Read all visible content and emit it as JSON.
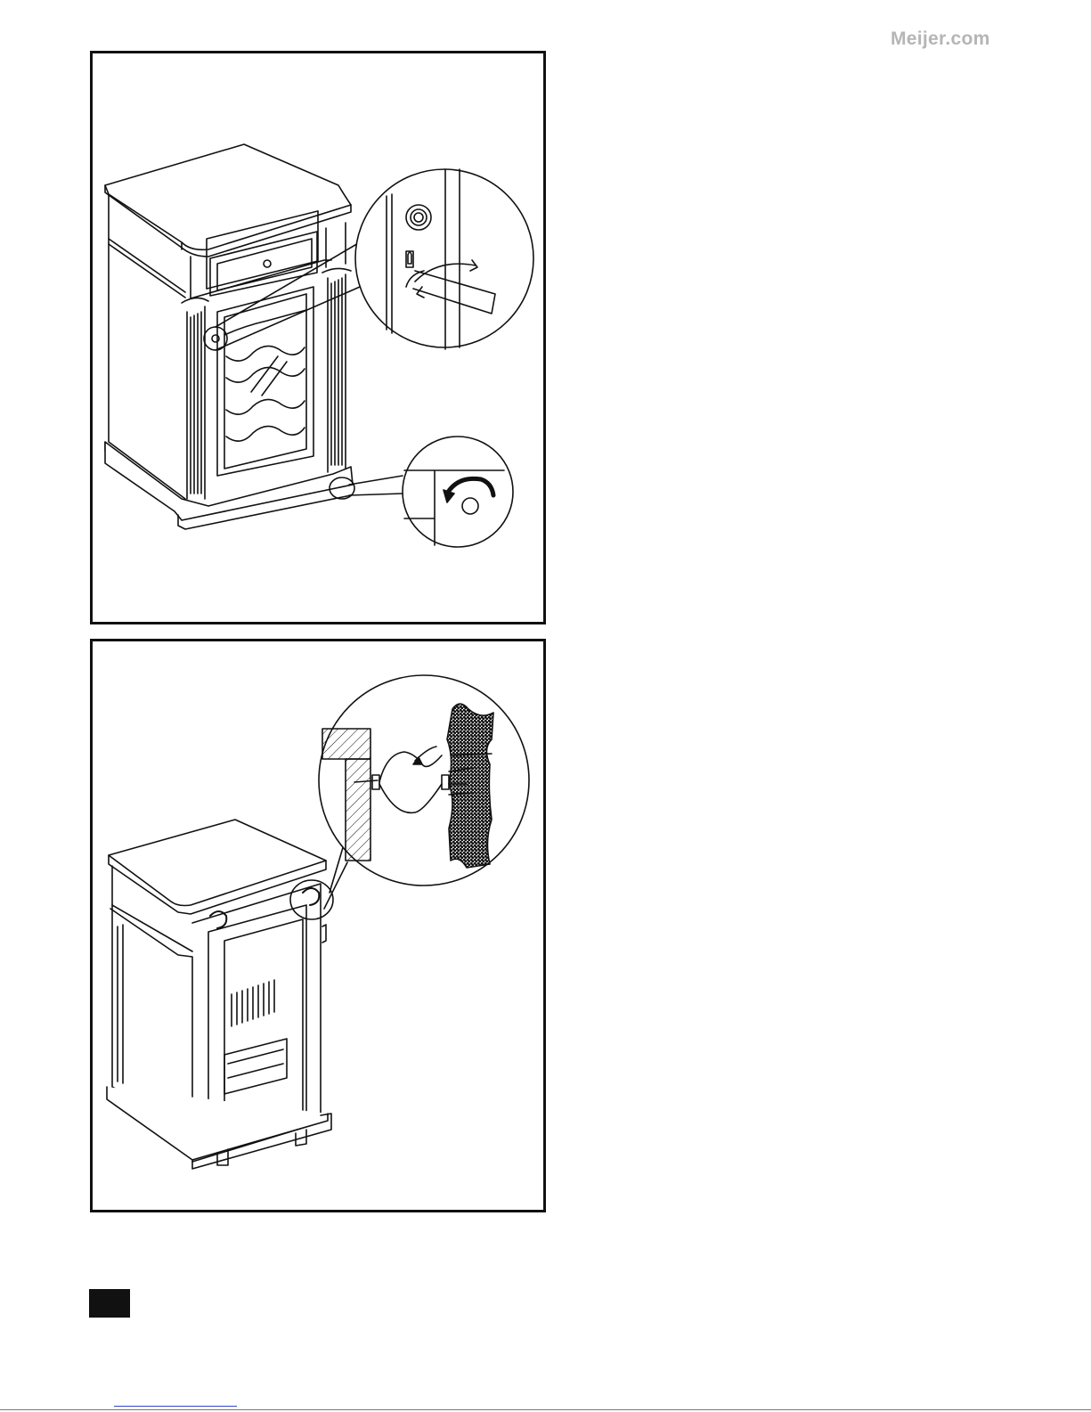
{
  "header": {
    "watermark": "Meijer.com"
  },
  "figures": [
    {
      "name": "front-view-lock-and-leveling-feet"
    },
    {
      "name": "rear-view-anti-tip-wall-bracket"
    }
  ],
  "colors": {
    "ink": "#111111",
    "watermark": "#b5b5b5",
    "link": "#3344cc"
  }
}
